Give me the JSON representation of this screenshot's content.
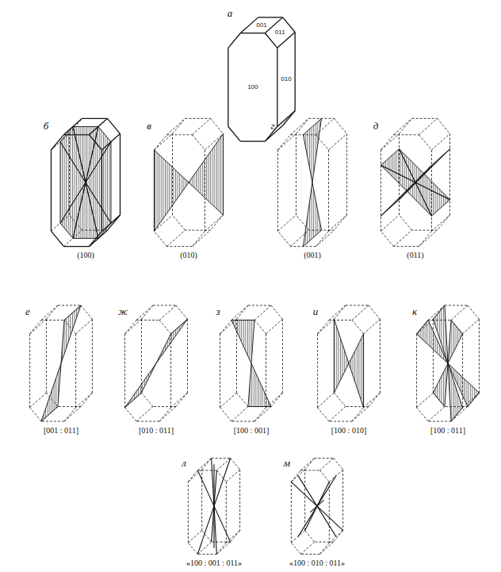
{
  "diagram": {
    "labels": [
      "а",
      "001",
      "011",
      "100",
      "010",
      "б",
      "(100)",
      "в",
      "(010)",
      "г",
      "(001)",
      "д",
      "(011)",
      "е",
      "[001 : 011]",
      "ж",
      "[010 : 011]",
      "з",
      "[100 : 001]",
      "и",
      "[100 : 010]",
      "к",
      "[100 : 011]",
      "л",
      "«100 : 001 : 011»",
      "м",
      "«100 : 010 : 011»"
    ]
  }
}
